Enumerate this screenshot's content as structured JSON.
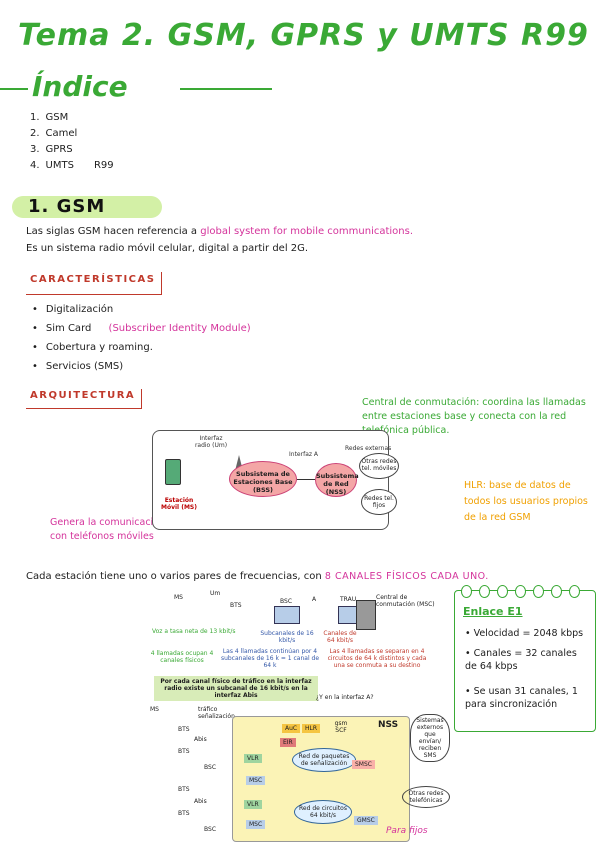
{
  "header": {
    "title": "Tema 2. GSM, GPRS y UMTS R99",
    "index": "Índice"
  },
  "toc": [
    {
      "num": "1.",
      "label": "GSM"
    },
    {
      "num": "2.",
      "label": "Camel"
    },
    {
      "num": "3.",
      "label": "GPRS"
    },
    {
      "num": "4.",
      "label": "UMTS",
      "extra": "R99"
    }
  ],
  "section1": {
    "heading": "1. GSM",
    "intro_a": "Las siglas GSM hacen referencia a",
    "intro_pink": "global system for mobile communications.",
    "intro_b": "Es un sistema radio móvil celular, digital a partir del 2G."
  },
  "features": {
    "heading": "CARACTERÍSTICAS",
    "items": [
      {
        "text": "Digitalización",
        "pink": ""
      },
      {
        "text": "Sim Card",
        "pink": "(Subscriber Identity Module)"
      },
      {
        "text": "Cobertura y roaming.",
        "pink": ""
      },
      {
        "text": "Servicios (SMS)",
        "pink": ""
      }
    ]
  },
  "arch": {
    "heading": "ARQUITECTURA",
    "note_green": "Central de conmutación: coordina las llamadas entre estaciones base y conecta con la red telefónica pública.",
    "note_orange": "HLR: base de datos de todos los usuarios propios de la red GSM",
    "note_pink": "Genera la comunicación con teléfonos móviles",
    "diagram": {
      "radio": "Interfaz radio (Um)",
      "interfazA": "Interfaz A",
      "bss": "Subsistema de Estaciones Base (BSS)",
      "nss": "Subsistema de Red (NSS)",
      "ext": "Redes externas",
      "cloud1": "Otras redes tel. móviles",
      "cloud2": "Redes tel. fijos",
      "ms": "Estación Móvil (MS)",
      "labelA": "A"
    }
  },
  "stations": {
    "text": "Cada estación tiene uno o varios pares de frecuencias, con",
    "pink": "8 CANALES FÍSICOS CADA UNO."
  },
  "card": {
    "title": "Enlace E1",
    "items": [
      "Velocidad = 2048 kbps",
      "Canales = 32 canales de 64 kbps",
      "Se usan 31 canales, 1 para sincronización"
    ]
  },
  "diagram2": {
    "ms": "MS",
    "um": "Um",
    "bts": "BTS",
    "abis": "Abis",
    "bsc": "BSC",
    "a": "A",
    "trau": "TRAU",
    "msc": "Central de conmutación (MSC)",
    "rate": "Voz a tasa neta de 13 kbit/s",
    "subch": "Subcanales de 16 kbit/s",
    "ch": "Canales de 64 kbit/s",
    "g1": "4 llamadas ocupan 4 canales físicos",
    "g2": "Las 4 llamadas continúan por 4 subcanales de 16 k = 1 canal de 64 k",
    "g3": "Las 4 llamadas se separan en 4 circuitos de 64 k distintos y cada una se conmuta a su destino",
    "box": "Por cada canal físico de tráfico en la interfaz radio existe un subcanal de 16 kbit/s en la interfaz Abis",
    "q": "¿Y en la interfaz A?",
    "traffic": "tráfico",
    "signal": "señalización",
    "nss": "NSS",
    "auc": "AuC",
    "hlr": "HLR",
    "eir": "EIR",
    "gsm": "gsm SCF",
    "vlr": "VLR",
    "msc2": "MSC",
    "smsc": "SMSC",
    "red1": "Red de paquetes de señalización",
    "red2": "Red de circuitos 64 kbit/s",
    "gmsc": "GMSC",
    "sms_ext": "Sistemas externos que envían/ reciben SMS",
    "other": "Otras redes telefónicas",
    "fijo": "Para fijos"
  }
}
